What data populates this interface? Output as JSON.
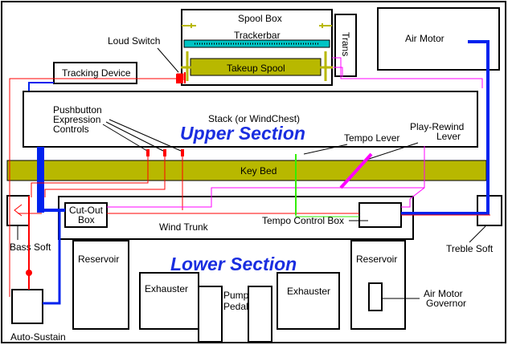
{
  "labels": {
    "spool_box": "Spool Box",
    "trackerbar": "Trackerbar",
    "takeup_spool": "Takeup Spool",
    "trans": "Trans",
    "loud_switch": "Loud Switch",
    "air_motor": "Air Motor",
    "tracking_device": "Tracking Device",
    "pushbutton_1": "Pushbutton",
    "pushbutton_2": "Expression",
    "pushbutton_3": "Controls",
    "stack": "Stack (or WindChest)",
    "upper_section": "Upper Section",
    "tempo_lever": "Tempo Lever",
    "play_rewind_1": "Play-Rewind",
    "play_rewind_2": "Lever",
    "key_bed": "Key Bed",
    "cutout_1": "Cut-Out",
    "cutout_2": "Box",
    "wind_trunk": "Wind Trunk",
    "tempo_control_box": "Tempo Control Box",
    "bass_soft": "Bass Soft",
    "treble_soft": "Treble Soft",
    "lower_section": "Lower Section",
    "reservoir_left": "Reservoir",
    "reservoir_right": "Reservoir",
    "exhauster_left": "Exhauster",
    "exhauster_right": "Exhauster",
    "pump_1": "Pump",
    "pump_2": "Pedal",
    "air_motor_gov_1": "Air Motor",
    "air_motor_gov_2": "Governor",
    "auto_sustain": "Auto-Sustain"
  },
  "colors": {
    "red": "#ff0000",
    "blue": "#0022ee",
    "magenta": "#ff00ff",
    "green": "#33ee00",
    "olive": "#b8b800",
    "teal": "#00c4c4",
    "section_text": "#1a2ee0"
  }
}
